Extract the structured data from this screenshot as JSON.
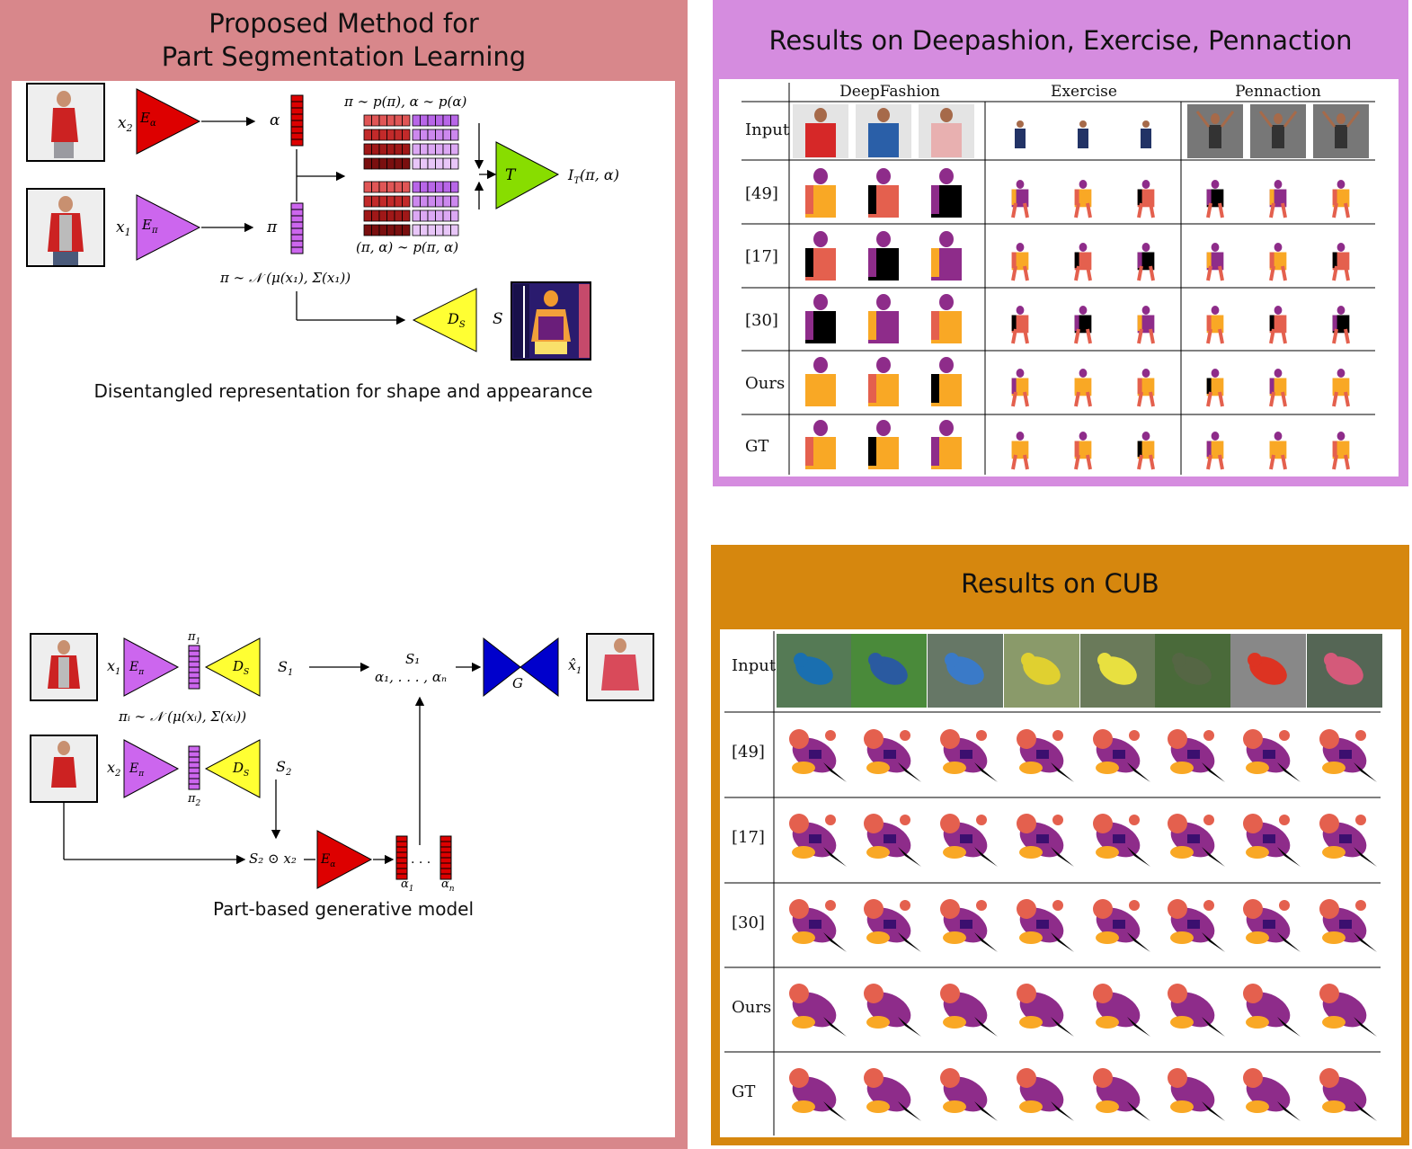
{
  "left_panel": {
    "title_line1": "Proposed Method  for",
    "title_line2": "Part Segmentation Learning",
    "caption_top": "Disentangled representation for shape and appearance",
    "caption_bottom": "Part-based generative model",
    "top_diagram": {
      "x2": "x",
      "x2_sub": "2",
      "x1": "x",
      "x1_sub": "1",
      "e_alpha": "E",
      "e_alpha_sub": "α",
      "e_pi": "E",
      "e_pi_sub": "π",
      "alpha": "α",
      "pi": "π",
      "prior_label": "π ∼ p(π), α ∼ p(α)",
      "joint_label": "(π, α) ∼ p(π, α)",
      "t_label": "T",
      "it_label": "I",
      "it_sub": "T",
      "it_args": "(π, α)",
      "pi_dist": "π ∼ 𝒩 (μ(x₁), Σ(x₁))",
      "ds_label": "D",
      "ds_sub": "S",
      "s_label": "S"
    },
    "bottom_diagram": {
      "x1": "x",
      "x1_sub": "1",
      "x2": "x",
      "x2_sub": "2",
      "e_pi": "E",
      "e_pi_sub": "π",
      "pi1": "π",
      "pi1_sub": "1",
      "pi2": "π",
      "pi2_sub": "2",
      "ds": "D",
      "ds_sub": "S",
      "s1": "S",
      "s1_sub": "1",
      "s2": "S",
      "s2_sub": "2",
      "combined_s1": "S₁",
      "combined_alphas": "α₁, . . . , αₙ",
      "g_label": "G",
      "xhat": "x̂",
      "xhat_sub": "1",
      "pi_i_dist": "πᵢ ∼ 𝒩 (μ(xᵢ), Σ(xᵢ))",
      "mask_label": "S₂ ⊙ x₂",
      "e_alpha": "E",
      "e_alpha_sub": "α",
      "alpha1": "α",
      "alpha1_sub": "1",
      "alphan": "α",
      "alphan_sub": "n",
      "dots": ". . ."
    }
  },
  "fashion_panel": {
    "title": "Results on Deepashion, Exercise, Pennaction",
    "columns": [
      "DeepFashion",
      "Exercise",
      "Pennaction"
    ],
    "rows": [
      "Input",
      "[49]",
      "[17]",
      "[30]",
      "Ours",
      "GT"
    ]
  },
  "cub_panel": {
    "title": "Results on CUB",
    "rows": [
      "Input",
      "[49]",
      "[17]",
      "[30]",
      "Ours",
      "GT"
    ]
  },
  "colors": {
    "left_border": "#d8878b",
    "fashion_border": "#d58cdf",
    "cub_border": "#d6870e",
    "red_encoder": "#dd0000",
    "violet_encoder": "#cc66ee",
    "yellow_decoder": "#ffff33",
    "green_t": "#88dd00",
    "blue_g": "#0000cc",
    "seg_orange": "#f9a825",
    "seg_coral": "#e4604e",
    "seg_purple": "#8e2c8a",
    "seg_dark": "#3b0f6f",
    "seg_black": "#000000"
  }
}
